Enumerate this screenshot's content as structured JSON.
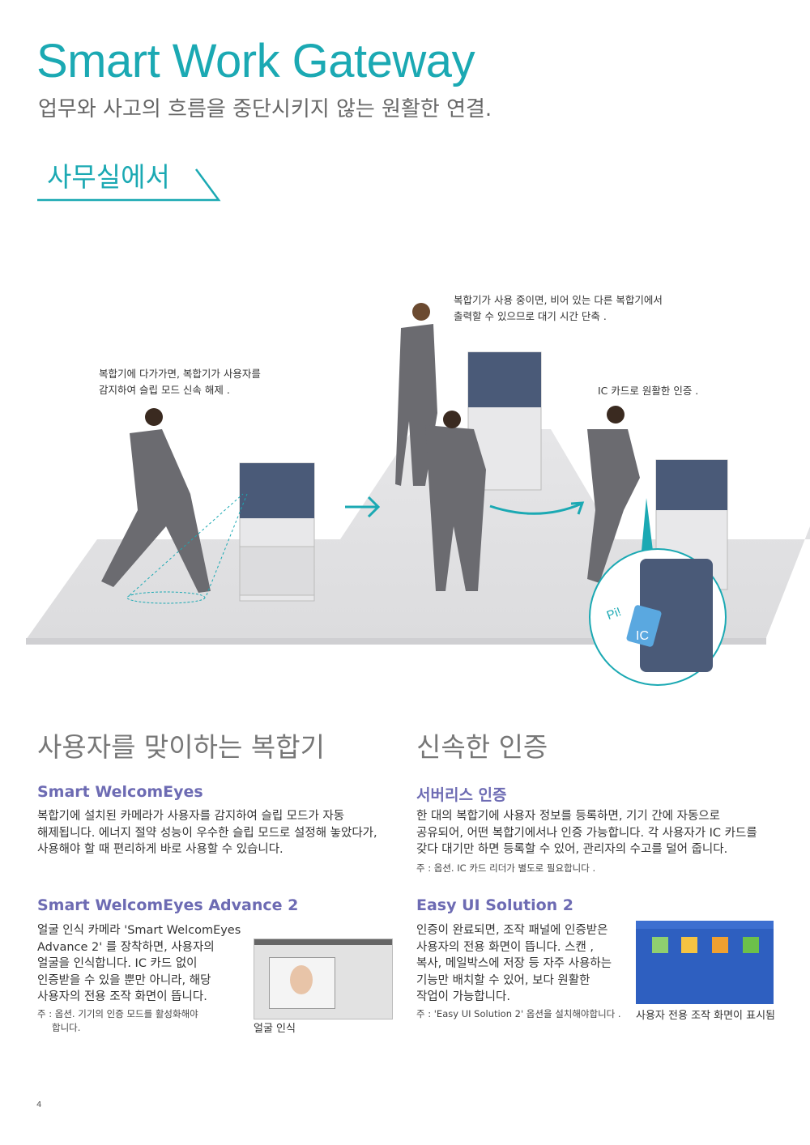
{
  "header": {
    "title": "Smart Work Gateway",
    "subtitle": "업무와 사고의 흐름을 중단시키지 않는 원활한 연결.",
    "section": "사무실에서"
  },
  "illustration": {
    "callout_left": [
      "복합기에 다가가면, 복합기가 사용자를",
      "감지하여 슬립 모드 신속 해제 ."
    ],
    "callout_top": [
      "복합기가 사용 중이면, 비어 있는 다른 복합기에서",
      "출력할 수 있으므로 대기 시간 단축 ."
    ],
    "callout_right": "IC 카드로 원활한 인증 .",
    "sound": "Pi!",
    "card": "IC"
  },
  "left": {
    "heading": "사용자를 맞이하는 복합기",
    "f1_title": "Smart WelcomEyes",
    "f1_body": [
      "복합기에 설치된 카메라가 사용자를 감지하여 슬립 모드가 자동",
      "해제됩니다. 에너지 절약 성능이 우수한 슬립 모드로 설정해 놓았다가,",
      "사용해야 할 때 편리하게 바로 사용할 수 있습니다."
    ],
    "f2_title": "Smart WelcomEyes Advance 2",
    "f2_body": [
      "얼굴 인식 카메라 'Smart WelcomEyes",
      "Advance 2' 를 장착하면, 사용자의",
      "얼굴을 인식합니다. IC 카드 없이",
      "인증받을 수 있을 뿐만 아니라, 해당",
      "사용자의 전용 조작 화면이 뜹니다."
    ],
    "f2_note": [
      "주 : 옵션. 기기의 인증 모드를 활성화해야",
      "합니다."
    ],
    "f2_caption": "얼굴 인식"
  },
  "right": {
    "heading": "신속한 인증",
    "f1_title": "서버리스 인증",
    "f1_body": [
      "한 대의 복합기에 사용자 정보를 등록하면, 기기 간에 자동으로",
      "공유되어, 어떤 복합기에서나 인증 가능합니다. 각 사용자가 IC 카드를",
      "갖다 대기만 하면 등록할 수 있어, 관리자의 수고를 덜어 줍니다."
    ],
    "f1_note": "주 : 옵션. IC 카드 리더가 별도로 필요합니다 .",
    "f2_title": "Easy UI Solution 2",
    "f2_body": [
      "인증이 완료되면, 조작 패널에 인증받은",
      "사용자의 전용 화면이 뜹니다. 스캔 ,",
      "복사, 메일박스에 저장 등 자주 사용하는",
      "기능만 배치할 수 있어, 보다 원활한",
      "작업이 가능합니다."
    ],
    "f2_note": "주 : 'Easy UI Solution 2' 옵션을 설치해야합니다 .",
    "f2_caption": "사용자 전용 조작 화면이 표시됨"
  },
  "footer": {
    "page_number": "4"
  },
  "colors": {
    "teal": "#1ba9b3",
    "purple": "#6d6bb3"
  }
}
